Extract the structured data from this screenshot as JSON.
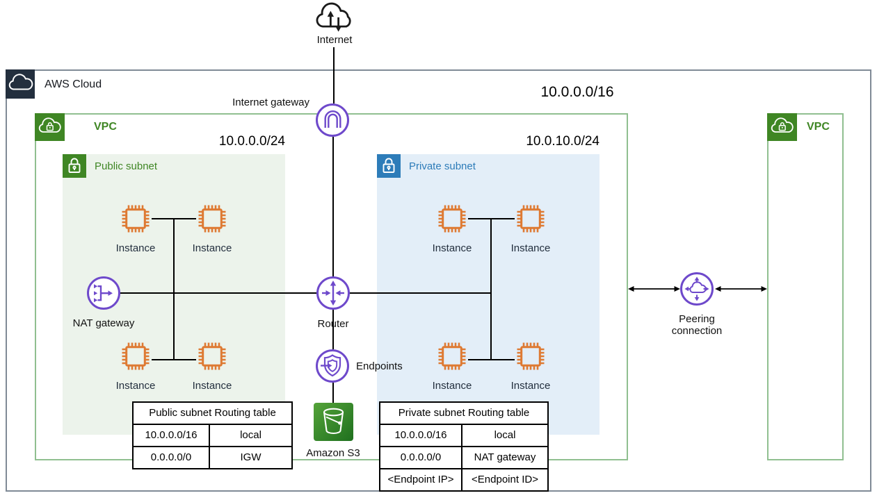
{
  "labels": {
    "internet": "Internet",
    "aws_cloud": "AWS Cloud",
    "vpc": "VPC",
    "vpc_cidr": "10.0.0.0/16",
    "internet_gateway": "Internet gateway",
    "public_subnet": "Public subnet",
    "public_subnet_cidr": "10.0.0.0/24",
    "private_subnet": "Private subnet",
    "private_subnet_cidr": "10.0.10.0/24",
    "instance": "Instance",
    "nat_gateway": "NAT gateway",
    "router": "Router",
    "endpoints": "Endpoints",
    "amazon_s3": "Amazon S3",
    "peering_line1": "Peering",
    "peering_line2": "connection"
  },
  "tables": {
    "public": {
      "title": "Public subnet Routing table",
      "rows": [
        [
          "10.0.0.0/16",
          "local"
        ],
        [
          "0.0.0.0/0",
          "IGW"
        ]
      ]
    },
    "private": {
      "title": "Private subnet Routing table",
      "rows": [
        [
          "10.0.0.0/16",
          "local"
        ],
        [
          "0.0.0.0/0",
          "NAT gateway"
        ],
        [
          "<Endpoint IP>",
          "<Endpoint ID>"
        ]
      ]
    }
  },
  "icons": {
    "internet": "internet-cloud-arrows-icon",
    "aws_cloud": "aws-cloud-icon",
    "vpc": "vpc-cloud-lock-icon",
    "subnet": "subnet-lock-icon",
    "instance": "instance-chip-icon",
    "internet_gateway": "internet-gateway-arch-icon",
    "nat_gateway": "nat-gateway-icon",
    "router": "router-icon",
    "endpoints": "endpoints-shield-icon",
    "s3": "s3-bucket-icon",
    "peering": "peering-connection-icon"
  },
  "colors": {
    "aws_dark_navy": "#232f3e",
    "cloud_border_gray": "#7f8a96",
    "vpc_border_green": "#90bf90",
    "vpc_green": "#3f8624",
    "public_subnet_bg": "#ecf3eb",
    "private_blue": "#2d7cb9",
    "private_subnet_bg": "#e3eef8",
    "instance_orange": "#de7a33",
    "network_purple": "#6e49cb",
    "s3_green_dark": "#1f701f",
    "s3_green_light": "#54a339",
    "line_black": "#000000"
  }
}
